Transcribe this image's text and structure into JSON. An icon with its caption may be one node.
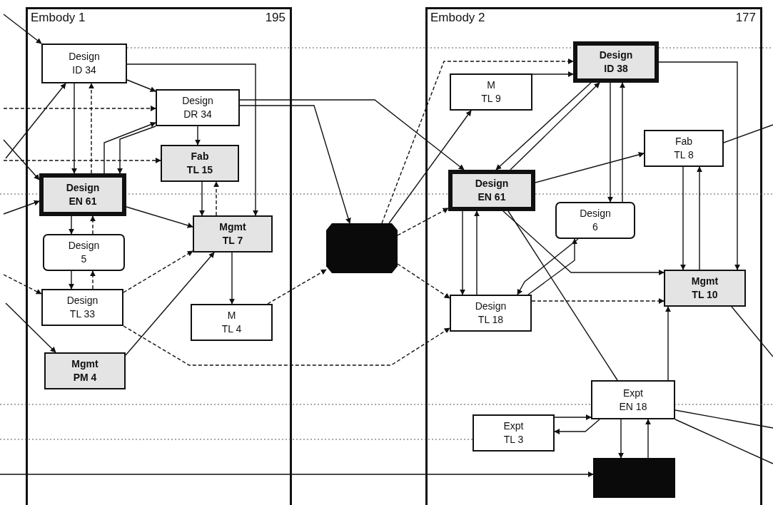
{
  "diagram": {
    "nodes": [
      {
        "text": [
          "Embody 1",
          "195"
        ]
      },
      {
        "text": [
          "Design",
          "ID 34"
        ],
        "in": 0
      },
      {
        "text": [
          "Design",
          "DR 34"
        ],
        "in": 0
      },
      {
        "text": [
          "Fab",
          "TL 15"
        ],
        "in": 0
      },
      {
        "text": [
          "Design",
          "EN 61"
        ],
        "in": 0
      },
      {
        "text": [
          "Design",
          "5"
        ],
        "in": 0
      },
      {
        "text": [
          "Mgmt",
          "TL 7"
        ],
        "in": 0
      },
      {
        "text": [
          "Design",
          "TL 33"
        ],
        "in": 0
      },
      {
        "text": [
          "M",
          "TL 4"
        ],
        "in": 0
      },
      {
        "text": [
          "Mgmt",
          "PM 4"
        ],
        "in": 0
      },
      {
        "text": [],
        "shape": "octagon"
      },
      {
        "text": [
          "Embody 2",
          "177"
        ]
      },
      {
        "text": [
          "M",
          "TL 9"
        ],
        "in": 11
      },
      {
        "text": [
          "Design",
          "ID 38"
        ],
        "in": 11
      },
      {
        "text": [
          "Fab",
          "TL 8"
        ],
        "in": 11
      },
      {
        "text": [
          "Design",
          "EN 61"
        ],
        "in": 11
      },
      {
        "text": [
          "Design",
          "6"
        ],
        "in": 11
      },
      {
        "text": [
          "Mgmt",
          "TL 10"
        ],
        "in": 11
      },
      {
        "text": [
          "Design",
          "TL 18"
        ],
        "in": 11
      },
      {
        "text": [
          "Expt",
          "EN 18"
        ],
        "in": 11
      },
      {
        "text": [
          "Expt",
          "TL 3"
        ],
        "in": 11
      },
      {
        "text": [],
        "shape": "box",
        "in": 11
      }
    ],
    "edges": [
      {
        "from": null,
        "to": 1,
        "arrow": "to"
      },
      {
        "from": 1,
        "to": 2,
        "arrow": "to"
      },
      {
        "from": 1,
        "to": 4,
        "arrow": "to"
      },
      {
        "from": 4,
        "to": 1,
        "arrow": "to",
        "style": "dashed"
      },
      {
        "from": null,
        "to": 1,
        "arrow": "to"
      },
      {
        "from": 1,
        "to": 6,
        "arrow": "to"
      },
      {
        "from": 4,
        "to": 2,
        "arrow": "to"
      },
      {
        "from": 2,
        "to": 4,
        "arrow": "to"
      },
      {
        "from": 2,
        "to": 3,
        "arrow": "to"
      },
      {
        "from": 3,
        "to": 6,
        "arrow": "to"
      },
      {
        "from": 6,
        "to": 3,
        "arrow": "to",
        "style": "dashed"
      },
      {
        "from": 4,
        "to": 6,
        "arrow": "to"
      },
      {
        "from": 4,
        "to": 5,
        "arrow": "to"
      },
      {
        "from": 5,
        "to": 4,
        "arrow": "to",
        "style": "dashed"
      },
      {
        "from": 5,
        "to": 7,
        "arrow": "to"
      },
      {
        "from": 7,
        "to": 5,
        "arrow": "to",
        "style": "dashed"
      },
      {
        "from": 7,
        "to": 6,
        "arrow": "to",
        "style": "dashed"
      },
      {
        "from": 9,
        "to": 6,
        "arrow": "to"
      },
      {
        "from": 6,
        "to": 8,
        "arrow": "to"
      },
      {
        "from": 8,
        "to": 10,
        "arrow": "to",
        "style": "dashed"
      },
      {
        "from": 2,
        "to": 10,
        "arrow": "to"
      },
      {
        "from": 2,
        "to": 15,
        "arrow": "to"
      },
      {
        "from": 10,
        "to": 13,
        "arrow": "to",
        "style": "dashed"
      },
      {
        "from": 10,
        "to": 12,
        "arrow": "to"
      },
      {
        "from": 10,
        "to": 15,
        "arrow": "to",
        "style": "dashed"
      },
      {
        "from": 10,
        "to": 18,
        "arrow": "to",
        "style": "dashed"
      },
      {
        "from": 12,
        "to": 13,
        "arrow": "to"
      },
      {
        "from": 13,
        "to": 15,
        "arrow": "to"
      },
      {
        "from": 15,
        "to": 13,
        "arrow": "to"
      },
      {
        "from": 13,
        "to": 16,
        "arrow": "to"
      },
      {
        "from": 16,
        "to": 13,
        "arrow": "to"
      },
      {
        "from": 13,
        "to": 17,
        "arrow": "to"
      },
      {
        "from": 15,
        "to": 14,
        "arrow": "to"
      },
      {
        "from": 14,
        "to": 17,
        "arrow": "to"
      },
      {
        "from": 17,
        "to": 14,
        "arrow": "to"
      },
      {
        "from": 14,
        "to": null,
        "arrow": "none"
      },
      {
        "from": 15,
        "to": 18,
        "arrow": "to"
      },
      {
        "from": 18,
        "to": 15,
        "arrow": "to"
      },
      {
        "from": 16,
        "to": 18,
        "arrow": "to"
      },
      {
        "from": 18,
        "to": 16,
        "arrow": "to"
      },
      {
        "from": 15,
        "to": 17,
        "arrow": "to"
      },
      {
        "from": 15,
        "to": 19,
        "arrow": "none"
      },
      {
        "from": 19,
        "to": 17,
        "arrow": "to"
      },
      {
        "from": 18,
        "to": 17,
        "arrow": "to",
        "style": "dashed"
      },
      {
        "from": 7,
        "to": 18,
        "arrow": "to",
        "style": "dashed"
      },
      {
        "from": 20,
        "to": 19,
        "arrow": "to"
      },
      {
        "from": 19,
        "to": 20,
        "arrow": "to"
      },
      {
        "from": 19,
        "to": 21,
        "arrow": "to"
      },
      {
        "from": 21,
        "to": 19,
        "arrow": "to"
      },
      {
        "from": null,
        "to": 21,
        "arrow": "to"
      },
      {
        "from": 17,
        "to": null,
        "arrow": "none"
      },
      {
        "from": 19,
        "to": null,
        "arrow": "none"
      },
      {
        "from": 19,
        "to": null,
        "arrow": "none"
      },
      {
        "from": null,
        "to": 4,
        "arrow": "to"
      },
      {
        "from": null,
        "to": 4,
        "arrow": "to"
      },
      {
        "from": null,
        "to": 7,
        "arrow": "to",
        "style": "dashed"
      },
      {
        "from": null,
        "to": 9,
        "arrow": "to"
      },
      {
        "from": null,
        "to": 2,
        "arrow": "to",
        "style": "dashed"
      },
      {
        "from": null,
        "to": 3,
        "arrow": "to",
        "style": "dashed"
      }
    ]
  }
}
